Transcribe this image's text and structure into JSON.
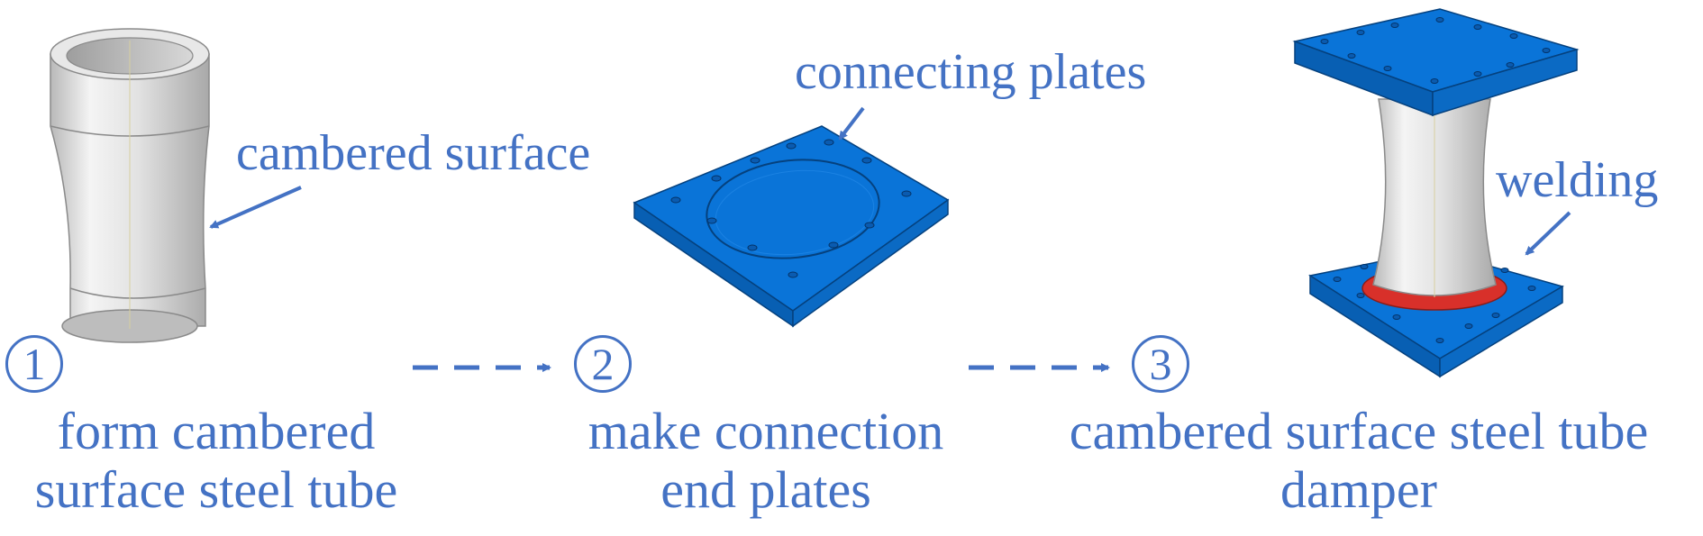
{
  "labels": {
    "cambered_surface": "cambered surface",
    "connecting_plates": "connecting plates",
    "welding": "welding"
  },
  "steps": [
    {
      "number": "1",
      "text_line1": "form cambered",
      "text_line2": "surface steel tube"
    },
    {
      "number": "2",
      "text_line1": "make connection",
      "text_line2": "end plates"
    },
    {
      "number": "3",
      "text_line1": "cambered surface steel tube",
      "text_line2": "damper"
    }
  ],
  "colors": {
    "label_blue": "#4472c4",
    "plate_blue": "#0a74d8",
    "tube_gray": "#e4e4e4",
    "weld_red": "#d8302a"
  }
}
